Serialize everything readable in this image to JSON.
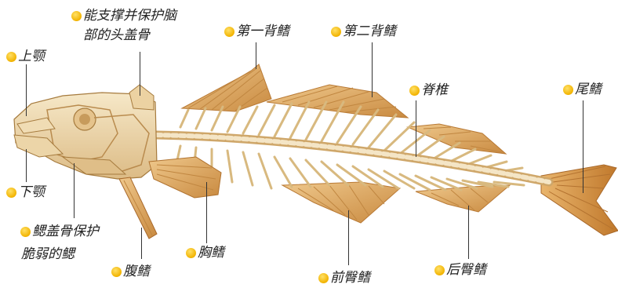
{
  "labels": {
    "upper_jaw": "上颚",
    "skull_line1": "能支撑并保护脑",
    "skull_line2": "部的头盖骨",
    "dorsal1": "第一背鳍",
    "dorsal2": "第二背鳍",
    "spine": "脊椎",
    "tail": "尾鳍",
    "lower_jaw": "下颚",
    "gill_line1": "鳃盖骨保护",
    "gill_line2": "脆弱的鳃",
    "pelvic": "腹鳍",
    "pectoral": "胸鳍",
    "anal1": "前臀鳍",
    "anal2": "后臀鳍"
  },
  "colors": {
    "bone_light": "#f3e4c2",
    "bone_mid": "#e3c089",
    "bone_dark": "#b88a48",
    "fin": "#d9a05a",
    "fin_dark": "#b97a35",
    "dot": "#f2b300",
    "text": "#222222"
  }
}
